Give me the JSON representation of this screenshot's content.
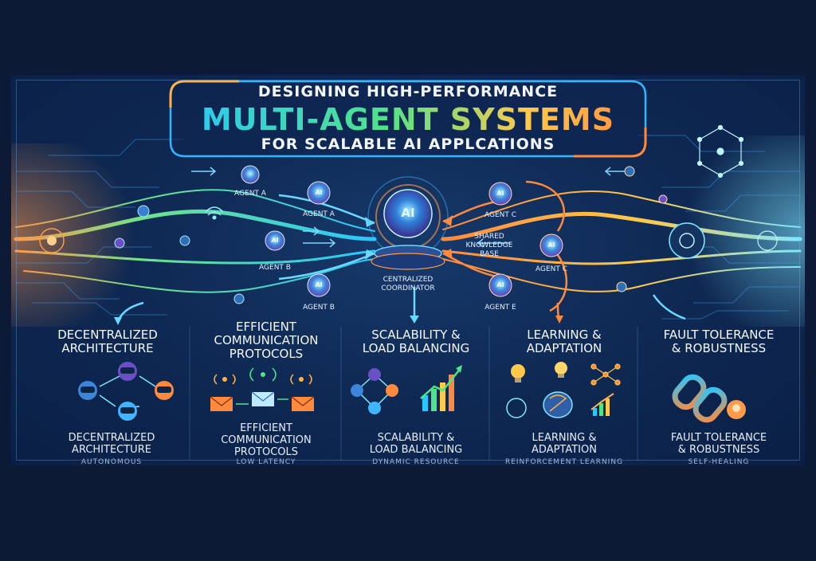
{
  "title": {
    "line1": "DESIGNING HIGH-PERFORMANCE",
    "line2": "MULTI-AGENT SYSTEMS",
    "line3": "FOR SCALABLE AI APPLCATIONS"
  },
  "diagram": {
    "core_ai": "AI",
    "node_ai": "AI",
    "agents": {
      "a_outer": "AGENT A",
      "a_inner": "AGENT A",
      "b_outer": "AGENT B",
      "b_inner": "AGENT B",
      "c_top": "AGENT C",
      "c_right": "AGENT C",
      "e": "AGENT E"
    },
    "coordinator": [
      "CENTRALIZED",
      "COORDINATOR"
    ],
    "knowledge_base": [
      "SHARED",
      "KNOWLEDGE",
      "BASE"
    ]
  },
  "columns": [
    {
      "heading": [
        "DECENTRALIZED",
        "ARCHITECTURE"
      ],
      "caption": [
        "DECENTRALIZED",
        "ARCHITECTURE"
      ],
      "detail": "AUTONOMOUS"
    },
    {
      "heading": [
        "EFFICIENT",
        "COMMUNICATION",
        "PROTOCOLS"
      ],
      "caption": [
        "EFFICIENT",
        "COMMUNICATION",
        "PROTOCOLS"
      ],
      "detail": "LOW LATENCY"
    },
    {
      "heading": [
        "SCALABILITY &",
        "LOAD BALANCING"
      ],
      "caption": [
        "SCALABILITY &",
        "LOAD BALANCING"
      ],
      "detail": "DYNAMIC RESOURCE"
    },
    {
      "heading": [
        "LEARNING &",
        "ADAPTATION"
      ],
      "caption": [
        "LEARNING &",
        "ADAPTATION"
      ],
      "detail": "REINFORCEMENT LEARNING"
    },
    {
      "heading": [
        "FAULT TOLERANCE",
        "& ROBUSTNESS"
      ],
      "caption": [
        "FAULT TOLERANCE",
        "& ROBUSTNESS"
      ],
      "detail": "SELF-HEALING"
    }
  ],
  "colors": {
    "background": "#0d1a36",
    "panel": "#0f2a55",
    "cyan": "#27c7ff",
    "green": "#4fe38b",
    "orange": "#ff8a3d",
    "amber": "#ffc94a"
  },
  "icons": [
    "robot-icon",
    "envelope-icon",
    "signal-icon",
    "network-icon",
    "bar-chart-icon",
    "lightbulb-icon",
    "brain-icon",
    "broken-chain-icon",
    "wifi-icon",
    "chip-icon"
  ]
}
